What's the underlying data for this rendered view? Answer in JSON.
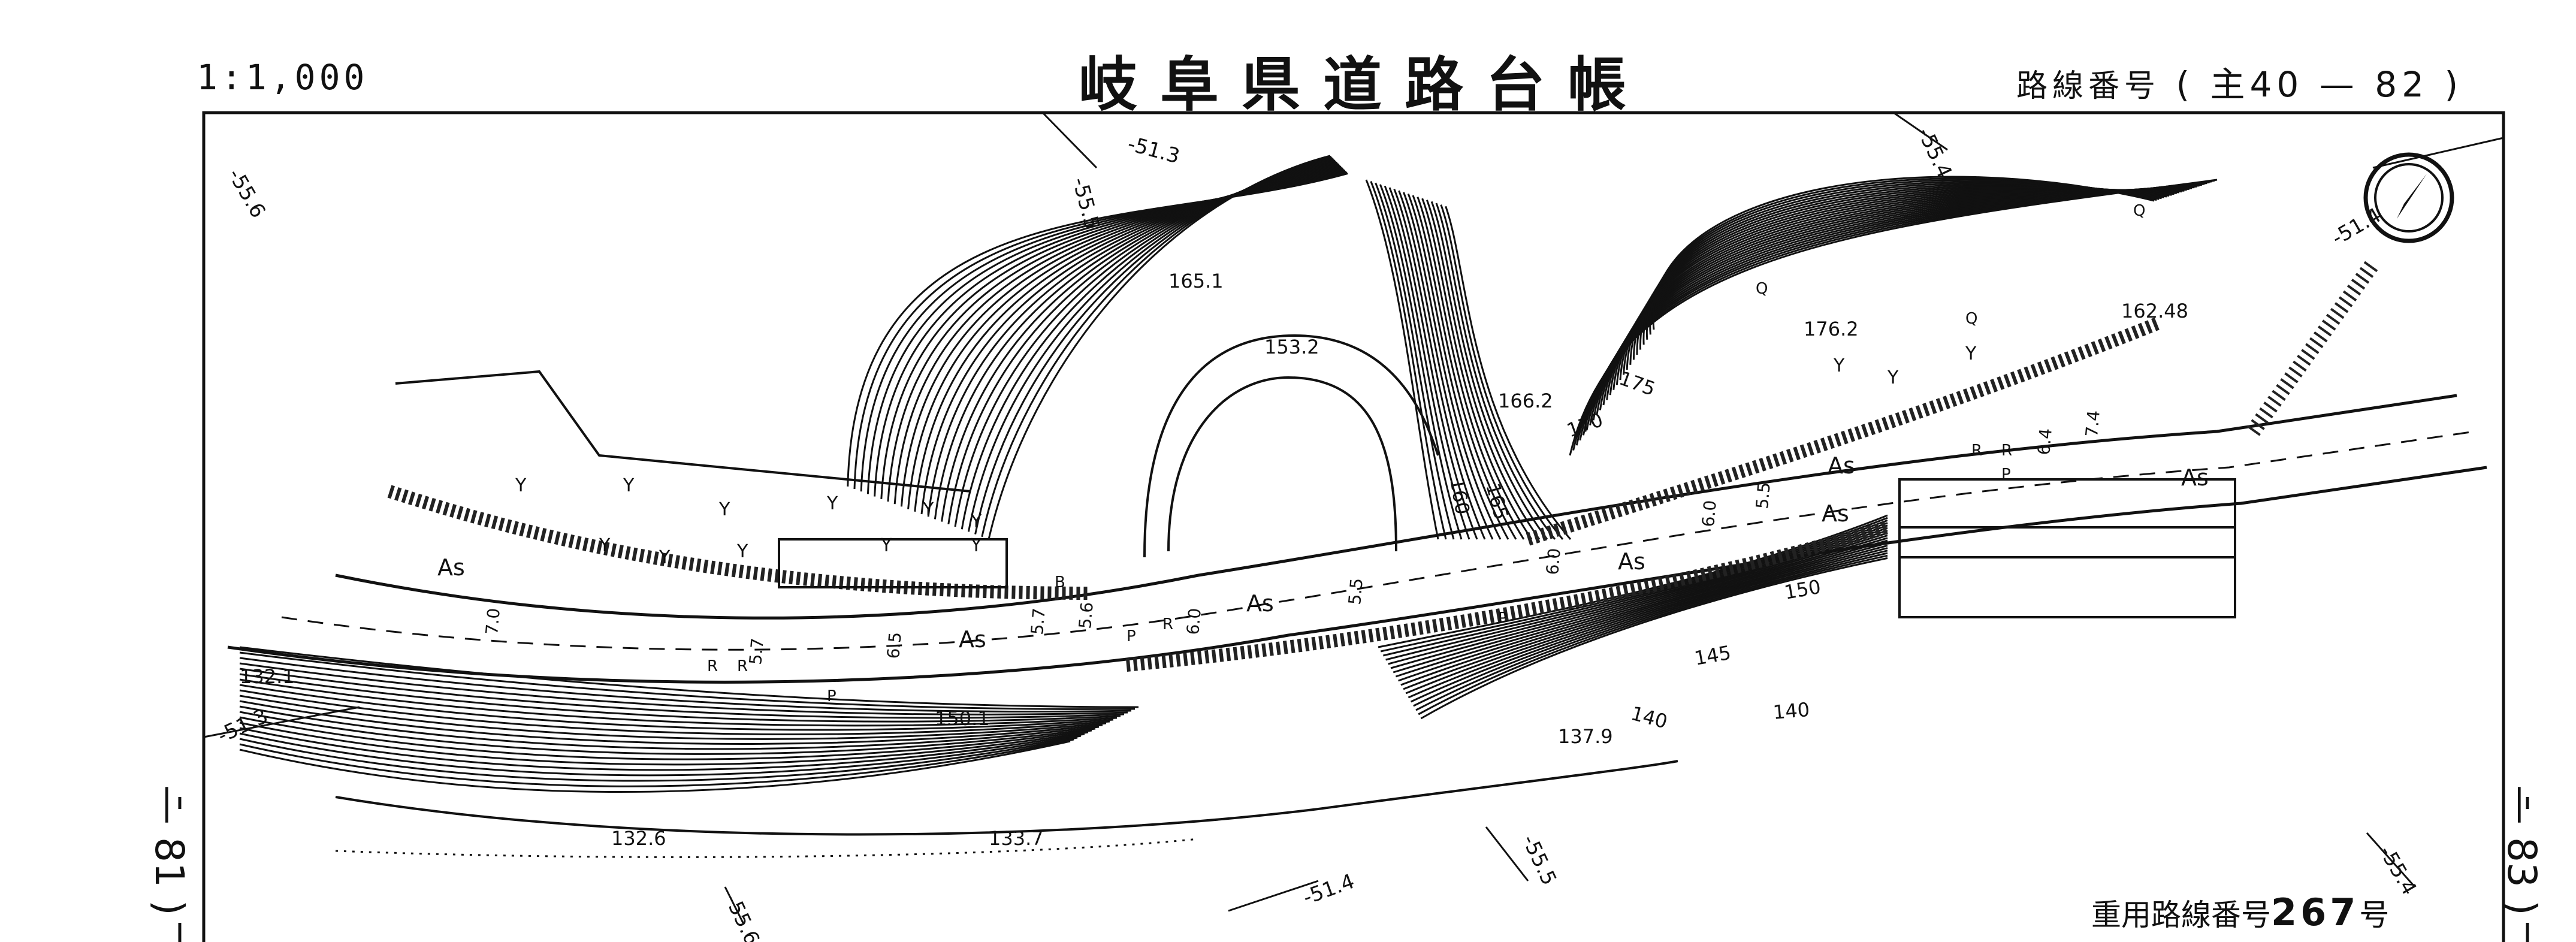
{
  "header": {
    "scale": "1:1,000",
    "title": "岐阜県道路台帳",
    "route_label": "路線番号",
    "route_open": "(",
    "route_prefix": "主40",
    "route_dash": "—",
    "route_number": "82",
    "route_close": ")"
  },
  "footer": {
    "usage_label": "重用路線番号",
    "usage_number": "267",
    "usage_suffix": "号"
  },
  "sheets": {
    "prev": "— 81 )",
    "next": "— 83 )"
  },
  "map": {
    "colors": {
      "line": "#111111",
      "paper": "#ffffff"
    },
    "icons": [
      "north-compass-icon"
    ],
    "contour_labels": [
      "165.1",
      "153.2",
      "176.2",
      "166.2",
      "162.48",
      "132.1",
      "150.1",
      "137.9",
      "132.6",
      "133.7",
      "170",
      "175",
      "160",
      "165",
      "150",
      "145",
      "140",
      "140"
    ],
    "grid_labels": [
      "-55.6",
      "-55.5",
      "-51.3",
      "-55.4",
      "-51.4",
      "-51.3",
      "-55.6",
      "-51.4",
      "-55.5",
      "-55.4"
    ],
    "width_labels": [
      "7.0",
      "5.7",
      "6.5",
      "5.7",
      "6.0",
      "5.5",
      "6.0",
      "6.0",
      "5.5",
      "6.4",
      "7.4",
      "5.6"
    ],
    "road_labels": [
      "As",
      "As",
      "As",
      "As",
      "As",
      "As",
      "As"
    ],
    "misc_labels": [
      "P",
      "P",
      "P",
      "P",
      "R",
      "R",
      "R",
      "R",
      "R",
      "B",
      "Q",
      "Q",
      "Q"
    ],
    "land_labels": [
      "Y",
      "Y",
      "Y",
      "Y",
      "Y",
      "Y",
      "Y",
      "Y",
      "Y",
      "Y",
      "Y",
      "Y",
      "Y",
      "Y"
    ]
  }
}
